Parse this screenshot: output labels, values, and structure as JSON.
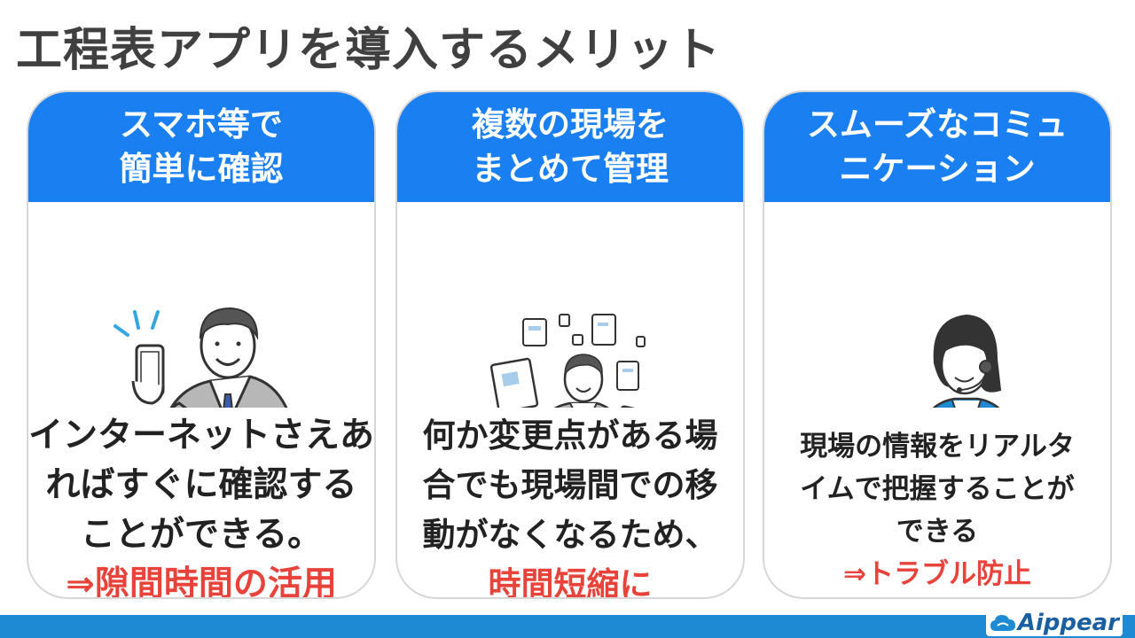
{
  "title": "工程表アプリを導入するメリット",
  "cards": [
    {
      "heading": [
        "スマホ等で",
        "簡単に確認"
      ],
      "body": [
        "インターネットさえあ",
        "ればすぐに確認する",
        "ことができる。"
      ],
      "emphasis": "⇒隙間時間の活用",
      "illustration": "man-with-smartphone"
    },
    {
      "heading": [
        "複数の現場を",
        "まとめて管理"
      ],
      "body": [
        "何か変更点がある場",
        "合でも現場間での移",
        "動がなくなるため、"
      ],
      "emphasis": "時間短縮に",
      "illustration": "man-with-documents"
    },
    {
      "heading": [
        "スムーズなコミュ",
        "ニケーション"
      ],
      "body": [
        "現場の情報をリアルタ",
        "イムで把握することが",
        "できる"
      ],
      "emphasis": "⇒トラブル防止",
      "illustration": "woman-with-headset-laptop"
    }
  ],
  "logo": {
    "text": "Aippear",
    "icon": "cloud-icon"
  },
  "colors": {
    "header": "#1a7ff0",
    "emphasis": "#e8433a",
    "footer": "#1e8ad4",
    "title": "#404040"
  }
}
